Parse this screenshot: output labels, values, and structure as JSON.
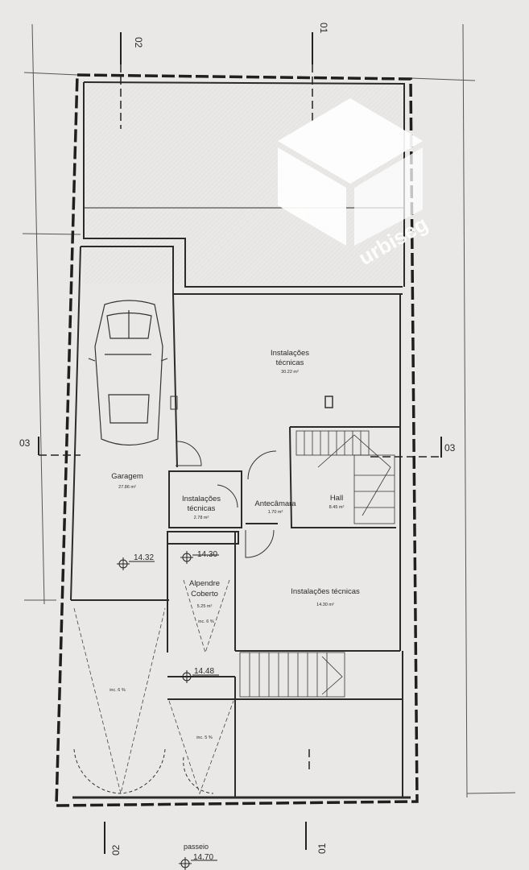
{
  "sections": {
    "a": "02",
    "b": "01",
    "c": "03"
  },
  "rooms": {
    "tech1_title_1": "Instalações",
    "tech1_title_2": "técnicas",
    "tech1_area": "30.22 m²",
    "garage_title": "Garagem",
    "garage_area": "27.86 m²",
    "tech2_title_1": "Instalações",
    "tech2_title_2": "técnicas",
    "tech2_area": "2.78 m²",
    "ante_title": "Antecâmara",
    "ante_area": "1.70 m²",
    "hall_title": "Hall",
    "hall_area": "8.45 m²",
    "porch_title_1": "Alpendre",
    "porch_title_2": "Coberto",
    "porch_area": "5.25 m²",
    "tech3_title": "Instalações técnicas",
    "tech3_area": "14.30 m²"
  },
  "levels": {
    "l1": "14.32",
    "l2": "14.30",
    "l3": "14.48",
    "l4": "14.70"
  },
  "ramps": {
    "r1": "inc. 6 %",
    "r2": "inc. 6 %",
    "r3": "inc. 5 %"
  },
  "street_label": "passeio",
  "watermark_text": "urbiseg",
  "colors": {
    "paper": "#e9e8e6",
    "line": "#2b2b2b",
    "watermark": "#ffffff"
  }
}
